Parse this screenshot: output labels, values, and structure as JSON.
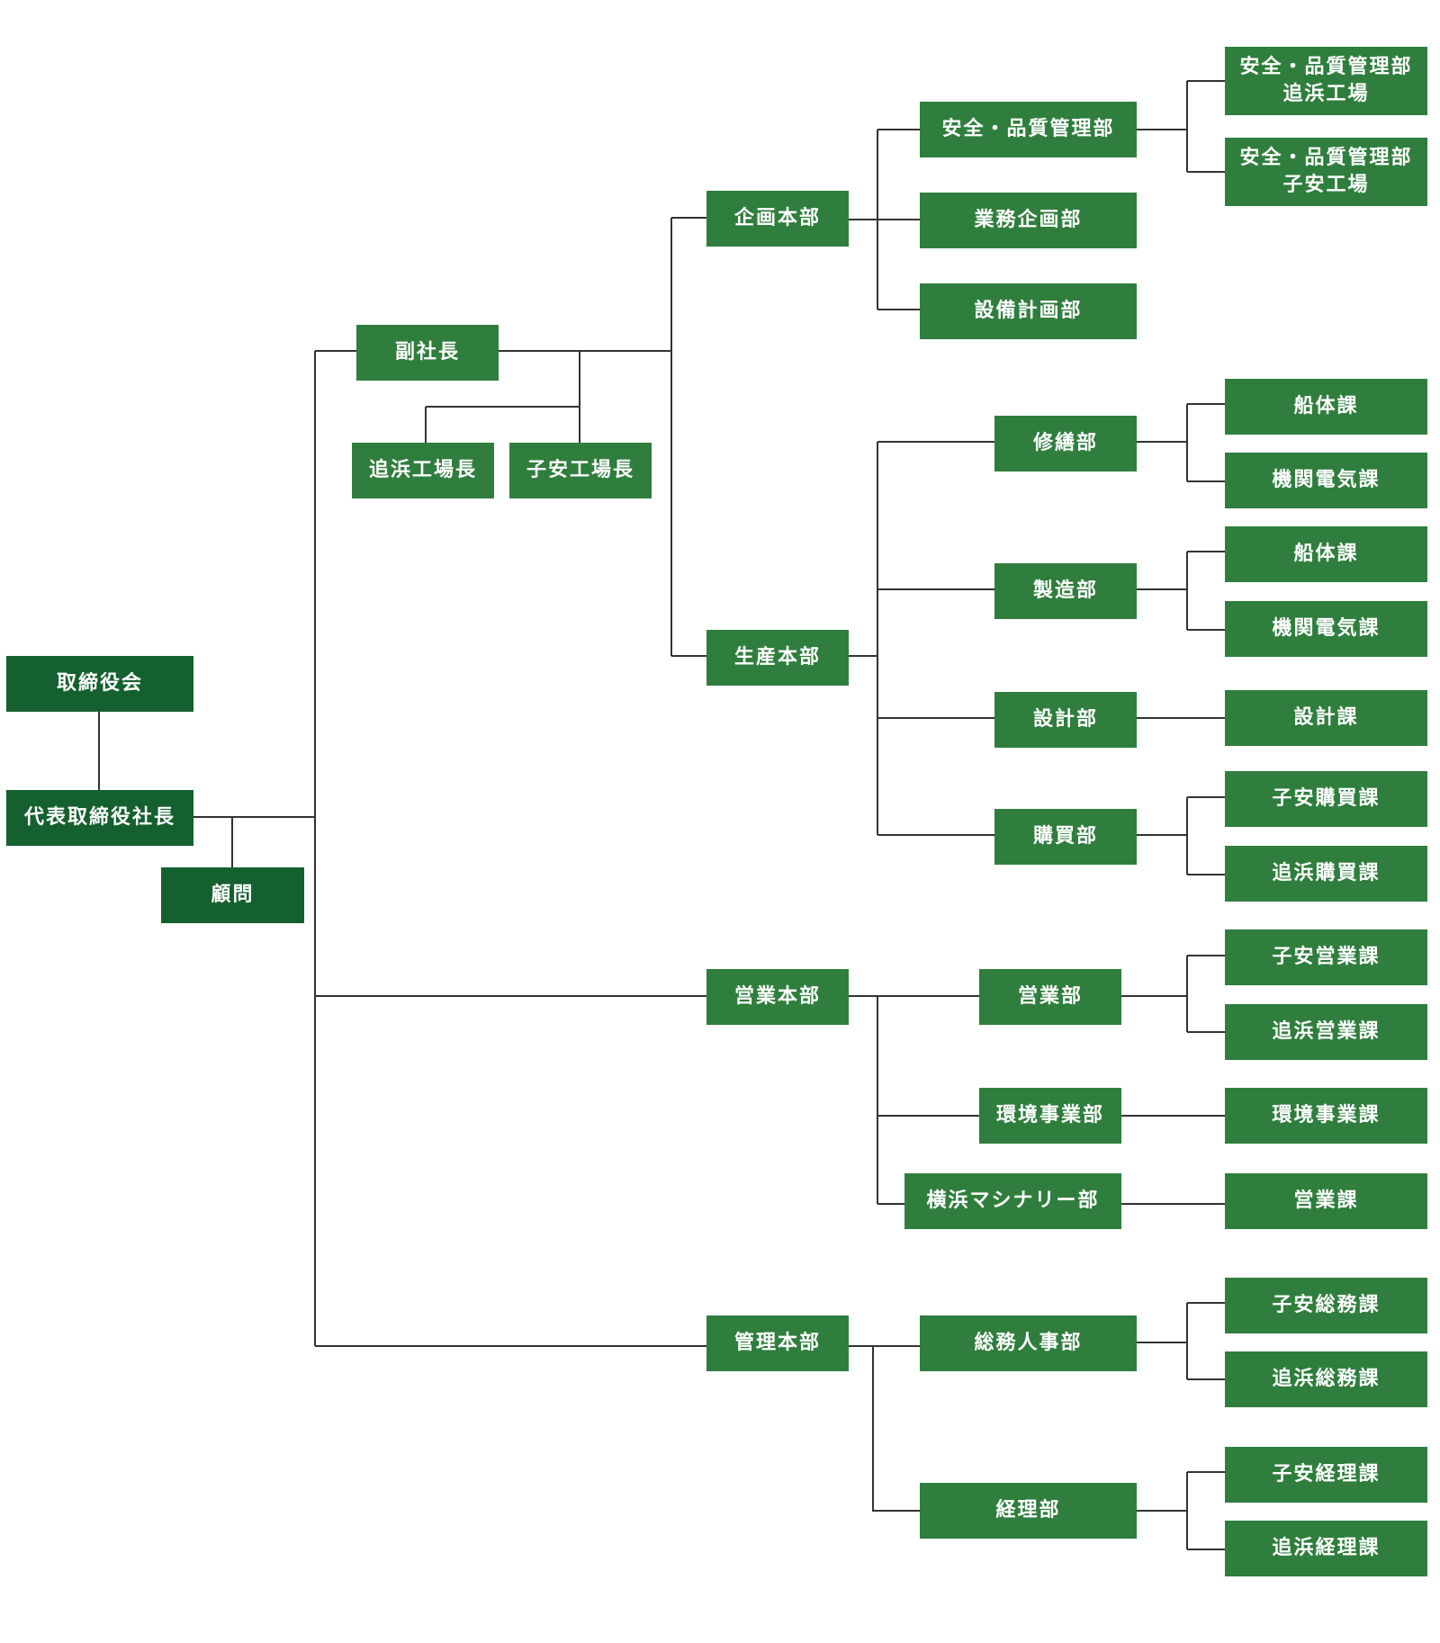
{
  "colors": {
    "top_box": "#15602f",
    "box": "#2f7e3d",
    "line": "#333333"
  },
  "board": "取締役会",
  "president": "代表取締役社長",
  "advisor": "顧問",
  "vice_president": "副社長",
  "oihama_plant_manager": "追浜工場長",
  "koyasu_plant_manager": "子安工場長",
  "planning_hq": {
    "name": "企画本部",
    "safety_quality": "安全・品質管理部",
    "safety_oihama": [
      "安全・品質管理部",
      "追浜工場"
    ],
    "safety_koyasu": [
      "安全・品質管理部",
      "子安工場"
    ],
    "business_planning": "業務企画部",
    "facility_planning": "設備計画部"
  },
  "production_hq": {
    "name": "生産本部",
    "repair": {
      "name": "修繕部",
      "sections": [
        "船体課",
        "機関電気課"
      ]
    },
    "manufacturing": {
      "name": "製造部",
      "sections": [
        "船体課",
        "機関電気課"
      ]
    },
    "design": {
      "name": "設計部",
      "sections": [
        "設計課"
      ]
    },
    "purchasing": {
      "name": "購買部",
      "sections": [
        "子安購買課",
        "追浜購買課"
      ]
    }
  },
  "sales_hq": {
    "name": "営業本部",
    "sales": {
      "name": "営業部",
      "sections": [
        "子安営業課",
        "追浜営業課"
      ]
    },
    "environment": {
      "name": "環境事業部",
      "sections": [
        "環境事業課"
      ]
    },
    "machinery": {
      "name": "横浜マシナリー部",
      "sections": [
        "営業課"
      ]
    }
  },
  "admin_hq": {
    "name": "管理本部",
    "general_affairs": {
      "name": "総務人事部",
      "sections": [
        "子安総務課",
        "追浜総務課"
      ]
    },
    "accounting": {
      "name": "経理部",
      "sections": [
        "子安経理課",
        "追浜経理課"
      ]
    }
  }
}
